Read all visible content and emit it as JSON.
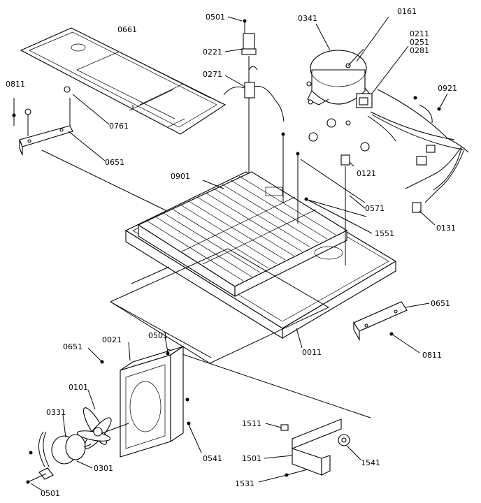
{
  "diagram": {
    "callouts": [
      {
        "id": "c0501_top",
        "text": "0501"
      },
      {
        "id": "c0341",
        "text": "0341"
      },
      {
        "id": "c0161",
        "text": "0161"
      },
      {
        "id": "c0661",
        "text": "0661"
      },
      {
        "id": "c0221",
        "text": "0221"
      },
      {
        "id": "c0211",
        "text": "0211"
      },
      {
        "id": "c0251",
        "text": "0251"
      },
      {
        "id": "c0281",
        "text": "0281"
      },
      {
        "id": "c0271",
        "text": "0271"
      },
      {
        "id": "c0811_left",
        "text": "0811"
      },
      {
        "id": "c0921",
        "text": "0921"
      },
      {
        "id": "c0761",
        "text": "0761"
      },
      {
        "id": "c0651_left",
        "text": "0651"
      },
      {
        "id": "c0901",
        "text": "0901"
      },
      {
        "id": "c0121",
        "text": "0121"
      },
      {
        "id": "c0571",
        "text": "0571"
      },
      {
        "id": "c1551",
        "text": "1551"
      },
      {
        "id": "c0131",
        "text": "0131"
      },
      {
        "id": "c0651_right",
        "text": "0651"
      },
      {
        "id": "c0011",
        "text": "0011"
      },
      {
        "id": "c0811_right",
        "text": "0811"
      },
      {
        "id": "c0501_mid",
        "text": "0501"
      },
      {
        "id": "c0021",
        "text": "0021"
      },
      {
        "id": "c0651_bot",
        "text": "0651"
      },
      {
        "id": "c0101",
        "text": "0101"
      },
      {
        "id": "c0331",
        "text": "0331"
      },
      {
        "id": "c1511",
        "text": "1511"
      },
      {
        "id": "c0541",
        "text": "0541"
      },
      {
        "id": "c1501",
        "text": "1501"
      },
      {
        "id": "c1541",
        "text": "1541"
      },
      {
        "id": "c0301",
        "text": "0301"
      },
      {
        "id": "c1531",
        "text": "1531"
      },
      {
        "id": "c0501_bot",
        "text": "0501"
      }
    ]
  }
}
